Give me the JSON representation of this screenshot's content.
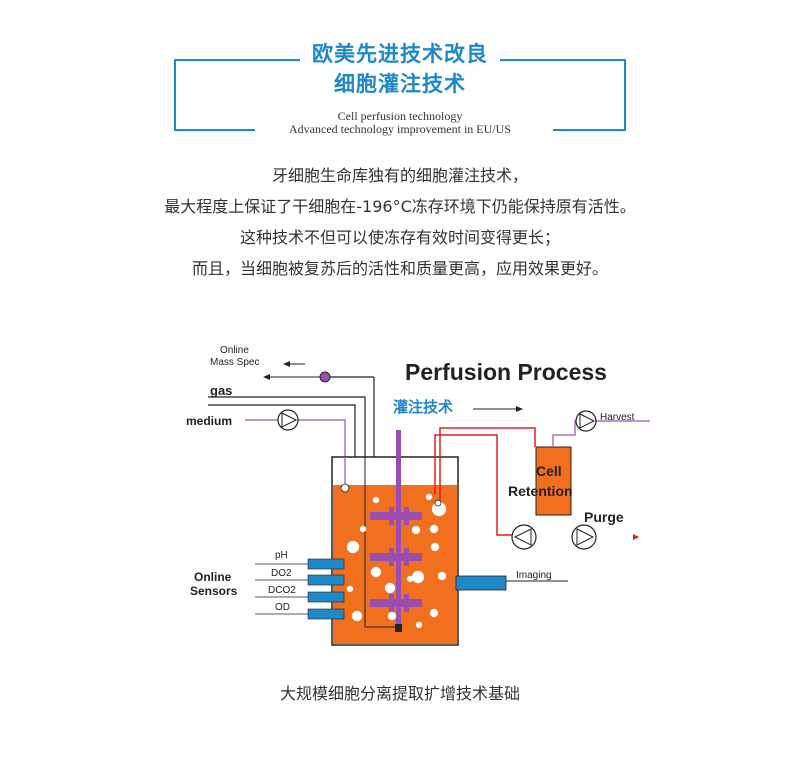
{
  "header": {
    "title_line1": "欧美先进技术改良",
    "title_line2": "细胞灌注技术",
    "subtitle_line1": "Cell perfusion technology",
    "subtitle_line2": "Advanced technology improvement in EU/US",
    "frame_color": "#1e88c8"
  },
  "body": {
    "lines": [
      "牙细胞生命库独有的细胞灌注技术，",
      "最大程度上保证了干细胞在-196°C冻存环境下仍能保持原有活性。",
      "这种技术不但可以使冻存有效时间变得更长；",
      "而且，当细胞被复苏后的活性和质量更高，应用效果更好。"
    ]
  },
  "diagram": {
    "title": "Perfusion Process",
    "cn_label": "灌注技术",
    "online_mass_spec_line1": "Online",
    "online_mass_spec_line2": "Mass Spec",
    "gas": "gas",
    "medium": "medium",
    "harvest": "Harvest",
    "cell_retention_line1": "Cell",
    "cell_retention_line2": "Retention",
    "purge": "Purge",
    "imaging": "Imaging",
    "online_sensors_line1": "Online",
    "online_sensors_line2": "Sensors",
    "sensors": [
      "pH",
      "DO2",
      "DCO2",
      "OD"
    ],
    "colors": {
      "tank": "#f07020",
      "impeller": "#9a4fb0",
      "sensor": "#1e88c8",
      "red_line": "#e02020",
      "purple_line": "#b070c0",
      "accent_blue": "#1e88c8"
    }
  },
  "caption": "大规模细胞分离提取扩增技术基础"
}
